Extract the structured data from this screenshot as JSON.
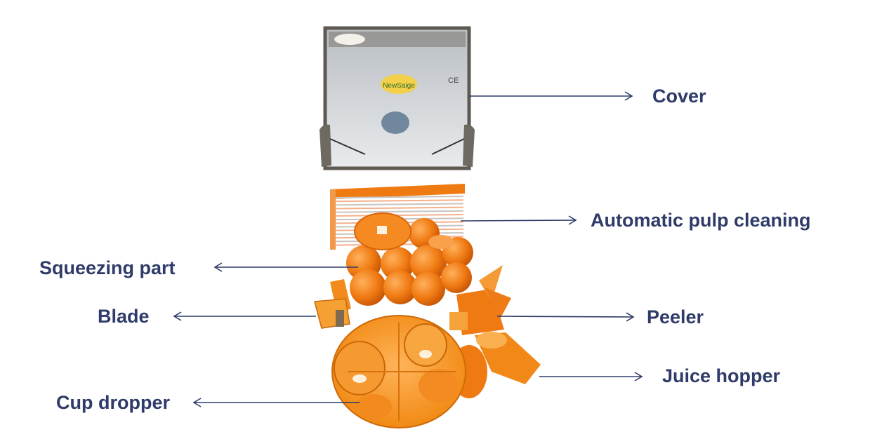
{
  "labels": {
    "cover": "Cover",
    "pulp": "Automatic pulp cleaning",
    "squeeze": "Squeezing part",
    "blade": "Blade",
    "peeler": "Peeler",
    "hopper": "Juice hopper",
    "cup": "Cup dropper"
  },
  "cover_marks": {
    "brand": "NewSaige",
    "ce": "CE"
  },
  "colors": {
    "label": "#2f3b68",
    "orange": "#f07a12",
    "orange_dark": "#c85a06",
    "cover_frame": "#5e5a52",
    "cover_glass": "#dcdfe2"
  }
}
